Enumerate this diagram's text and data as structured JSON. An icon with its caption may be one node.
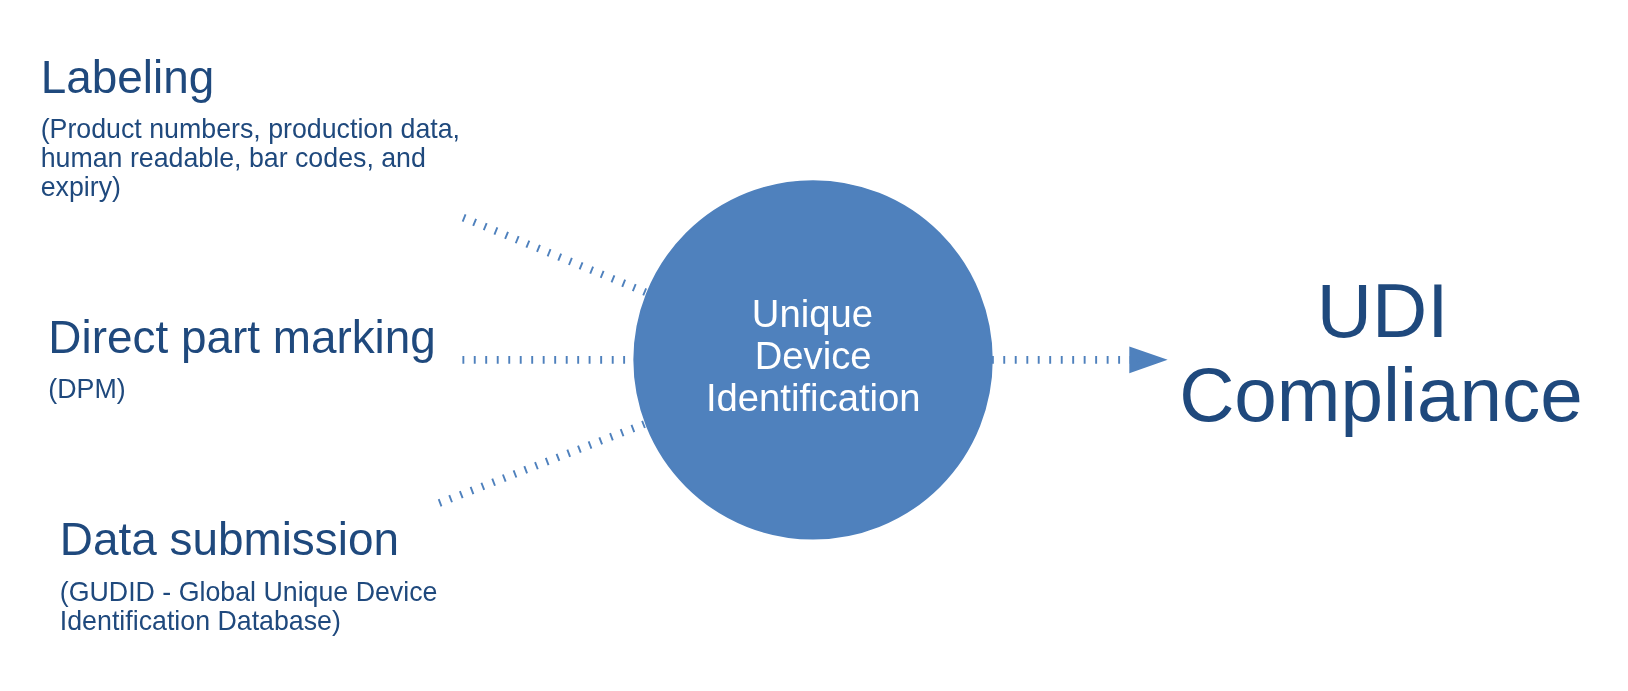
{
  "diagram": {
    "nodes": [
      {
        "text": [
          "Labeling",
          "(Product numbers, production data, human readable, bar codes, and expiry)"
        ]
      },
      {
        "text": [
          "Direct part marking",
          "(DPM)"
        ]
      },
      {
        "text": [
          "Data submission",
          "(GUDID - Global Unique Device Identification Database)"
        ]
      },
      {
        "text": [
          "Unique Device Identification"
        ]
      },
      {
        "text": [
          "UDI Compliance"
        ]
      }
    ],
    "edges": [
      {
        "from": 0,
        "to": 3,
        "arrow": "none"
      },
      {
        "from": 1,
        "to": 3,
        "arrow": "none"
      },
      {
        "from": 2,
        "to": 3,
        "arrow": "none"
      },
      {
        "from": 3,
        "to": 4,
        "arrow": "to"
      }
    ]
  }
}
